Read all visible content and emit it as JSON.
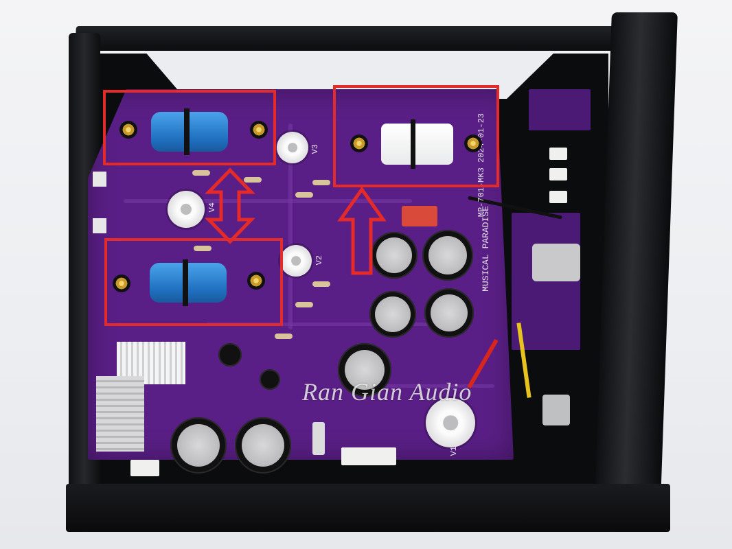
{
  "watermark": "Ran Gian Audio",
  "board": {
    "brand_silk": "MUSICAL PARADISE",
    "model_silk": "MP-701-MK3 2024-01-23",
    "tube_labels": [
      "V3",
      "V4",
      "V2",
      "V1"
    ]
  },
  "colors": {
    "pcb": "#5a1f86",
    "highlight": "#e52a2a",
    "chassis": "#111214"
  },
  "icons": [
    "up-down-arrow-icon",
    "up-arrow-icon"
  ]
}
